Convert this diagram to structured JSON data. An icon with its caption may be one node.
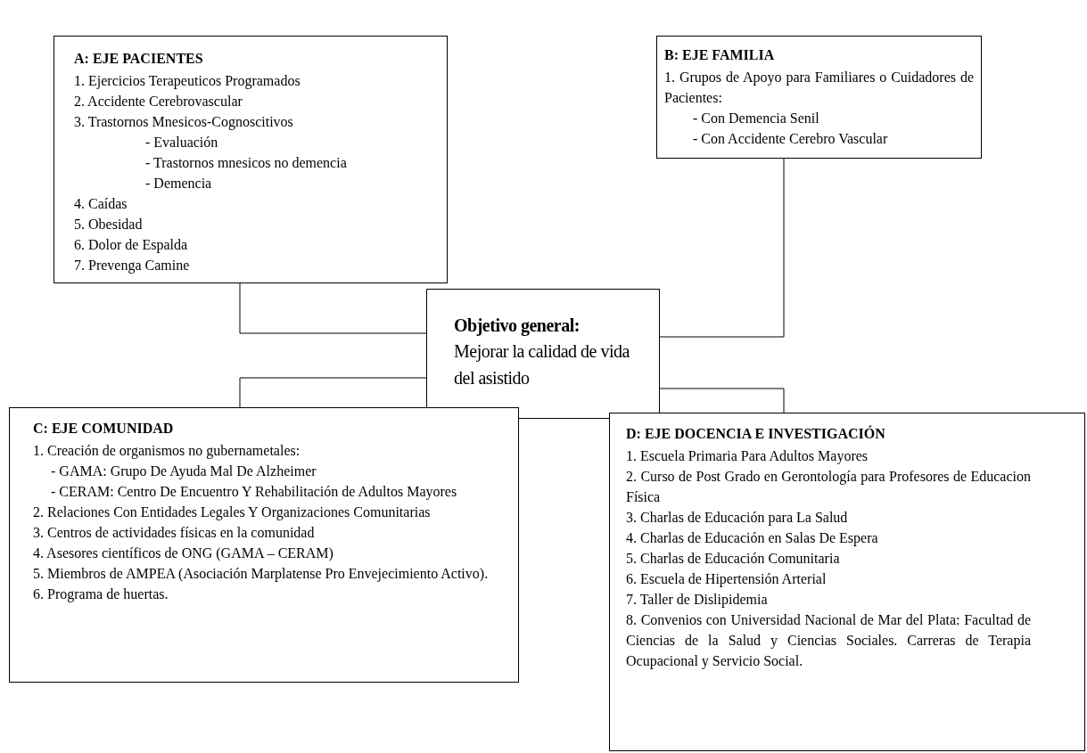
{
  "diagram": {
    "nodes": [
      {
        "text": [
          "A: EJE PACIENTES",
          "1. Ejercicios Terapeuticos Programados",
          "2. Accidente Cerebrovascular",
          "3. Trastornos Mnesicos-Cognoscitivos",
          "- Evaluación",
          "- Trastornos mnesicos no demencia",
          "- Demencia",
          "4. Caídas",
          "5. Obesidad",
          "6. Dolor de Espalda",
          "7. Prevenga Camine"
        ]
      },
      {
        "text": [
          "B: EJE FAMILIA",
          "1. Grupos de Apoyo para Familiares o Cuidadores de Pacientes:",
          "- Con Demencia Senil",
          "- Con Accidente Cerebro Vascular"
        ]
      },
      {
        "text": [
          "Objetivo general:",
          "Mejorar la calidad de vida del asistido"
        ]
      },
      {
        "text": [
          "C: EJE COMUNIDAD",
          "1. Creación de organismos no gubernametales:",
          "- GAMA: Grupo De Ayuda Mal De Alzheimer",
          "- CERAM: Centro De Encuentro Y Rehabilitación de Adultos Mayores",
          "2. Relaciones Con Entidades Legales Y Organizaciones Comunitarias",
          "3. Centros de actividades físicas en la comunidad",
          "4. Asesores científicos de ONG (GAMA – CERAM)",
          "5. Miembros de AMPEA (Asociación Marplatense Pro Envejecimiento Activo).",
          "6. Programa de huertas."
        ]
      },
      {
        "text": [
          "D: EJE DOCENCIA E INVESTIGACIÓN",
          "1. Escuela Primaria Para Adultos Mayores",
          "2. Curso de Post Grado en Gerontología para Profesores de Educacion Física",
          "3. Charlas de Educación para La Salud",
          "4. Charlas de Educación en Salas De Espera",
          "5. Charlas de Educación Comunitaria",
          "6. Escuela de Hipertensión Arterial",
          "7. Taller de Dislipidemia",
          "8. Convenios con Universidad Nacional de Mar del Plata: Facultad de Ciencias de la Salud y Ciencias Sociales. Carreras de Terapia Ocupacional y Servicio Social."
        ]
      }
    ],
    "edges": [
      {
        "from": 0,
        "to": 2,
        "arrow": "none"
      },
      {
        "from": 1,
        "to": 2,
        "arrow": "none"
      },
      {
        "from": 3,
        "to": 2,
        "arrow": "none"
      },
      {
        "from": 4,
        "to": 2,
        "arrow": "none"
      }
    ]
  }
}
